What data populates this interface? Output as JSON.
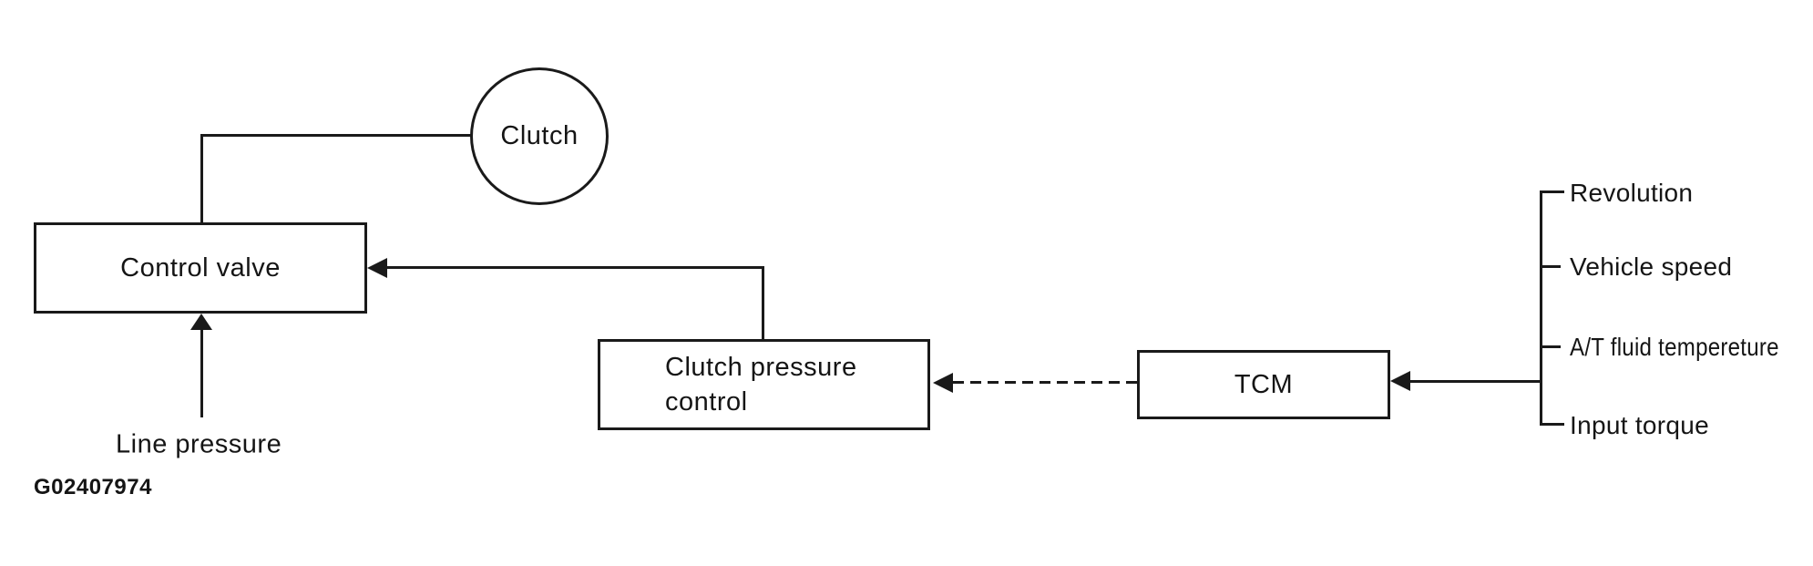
{
  "figure_id": "G02407974",
  "nodes": {
    "clutch": "Clutch",
    "control_valve": "Control valve",
    "clutch_pressure_control_line1": "Clutch pressure",
    "clutch_pressure_control_line2": "control",
    "tcm": "TCM"
  },
  "labels": {
    "line_pressure": "Line pressure"
  },
  "inputs": [
    {
      "label": "Revolution"
    },
    {
      "label": "Vehicle speed"
    },
    {
      "label": "A/T fluid tempereture"
    },
    {
      "label": "Input torque"
    }
  ],
  "colors": {
    "ink": "#1a1a1a",
    "background": "#ffffff"
  }
}
